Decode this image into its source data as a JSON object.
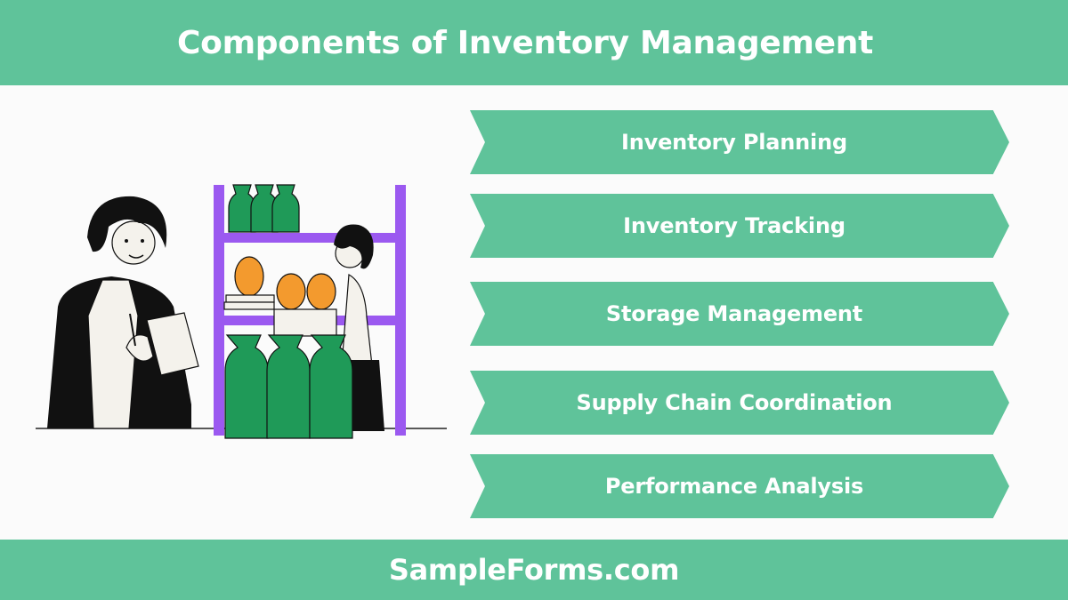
{
  "header": {
    "title": "Components of Inventory Management"
  },
  "components": [
    {
      "label": "Inventory Planning"
    },
    {
      "label": "Inventory Tracking"
    },
    {
      "label": "Storage Management"
    },
    {
      "label": "Supply Chain Coordination"
    },
    {
      "label": "Performance Analysis"
    }
  ],
  "footer": {
    "brand": "SampleForms.com"
  },
  "colors": {
    "accent_green": "#5fc39a",
    "shelf_purple": "#9b59f0",
    "vase_green": "#1f9a58",
    "pot_orange": "#f39a2e"
  },
  "illustration": {
    "icon": "inventory-workers-illustration"
  }
}
